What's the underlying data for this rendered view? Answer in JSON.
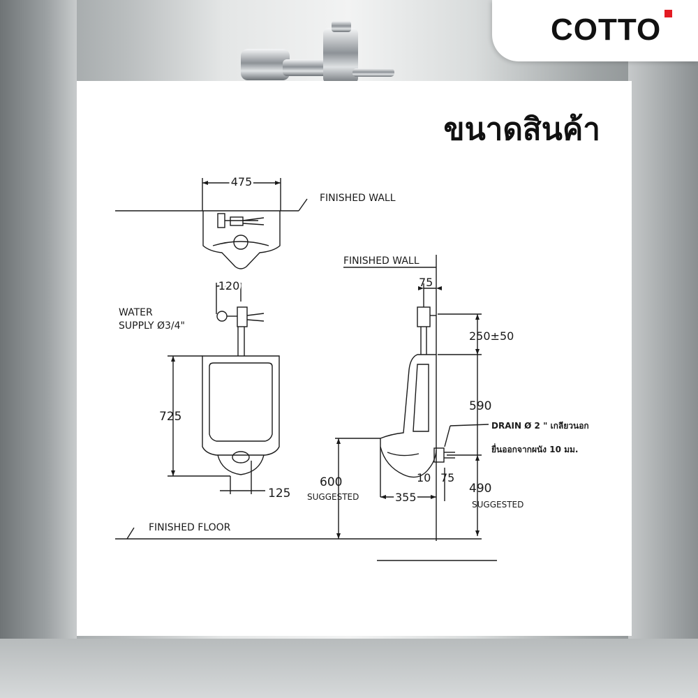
{
  "brand": {
    "name": "COTTO",
    "accent_color": "#e31b23"
  },
  "title": "ขนาดสินค้า",
  "labels": {
    "finished_wall_top": "FINISHED WALL",
    "finished_wall_side": "FINISHED WALL",
    "finished_floor": "FINISHED FLOOR",
    "water_supply_1": "WATER",
    "water_supply_2": "SUPPLY Ø3/4\"",
    "drain_1": "DRAIN Ø 2 \" เกลียวนอก",
    "drain_2": "ยื่นออกจากผนัง 10 มม.",
    "suggested_front": "SUGGESTED",
    "suggested_side": "SUGGESTED"
  },
  "dimensions": {
    "top_width": "475",
    "supply_offset": "120",
    "height": "725",
    "outlet_width": "125",
    "wall_offset": "75",
    "valve_height": "250±50",
    "side_height": "590",
    "mount_height": "600",
    "depth": "355",
    "drain_offset_a": "10",
    "drain_offset_b": "75",
    "drain_height": "490"
  }
}
